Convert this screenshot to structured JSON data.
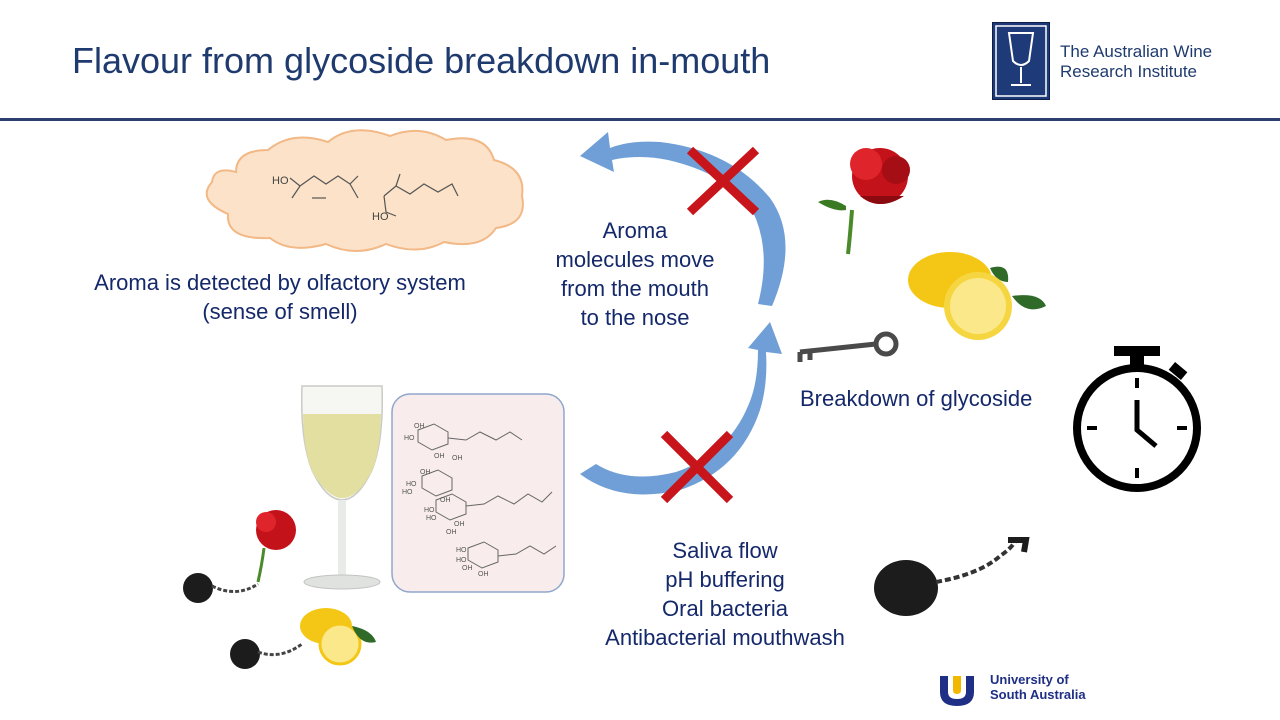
{
  "slide": {
    "title": "Flavour from glycoside breakdown in-mouth"
  },
  "awri_logo": {
    "line1": "The Australian Wine",
    "line2": "Research Institute"
  },
  "labels": {
    "aroma_detect": [
      "Aroma is detected by olfactory system",
      "(sense of smell)"
    ],
    "aroma_move": [
      "Aroma",
      "molecules move",
      "from the mouth",
      "to the nose"
    ],
    "breakdown": "Breakdown of glycoside",
    "inhibitors": [
      "Saliva flow",
      "pH buffering",
      "Oral bacteria",
      "Antibacterial mouthwash"
    ]
  },
  "molecule_labels": {
    "cloud": [
      "HO",
      "HO"
    ],
    "glycoside_box": [
      "OH",
      "OH",
      "HO",
      "OH",
      "OH",
      "HO",
      "HO",
      "OH",
      "OH",
      "HO",
      "HO",
      "OH",
      "HO",
      "HO",
      "OH",
      "OH"
    ]
  },
  "unisa_logo": {
    "line1": "University of",
    "line2": "South Australia"
  },
  "colors": {
    "title": "#1f3a6e",
    "text": "#14286a",
    "arrow": "#6f9fd6",
    "cross": "#c8151b",
    "cloud_fill": "#fbe2c8",
    "cloud_stroke": "#f2b886",
    "glyco_box_fill": "#f8ecec",
    "glyco_box_stroke": "#8fa7cc"
  },
  "icons": [
    "rose-icon",
    "lemon-icon",
    "key-icon",
    "stopwatch-icon",
    "ball-and-chain-icon",
    "wine-glass-icon",
    "cross-icon",
    "cloud-icon"
  ]
}
